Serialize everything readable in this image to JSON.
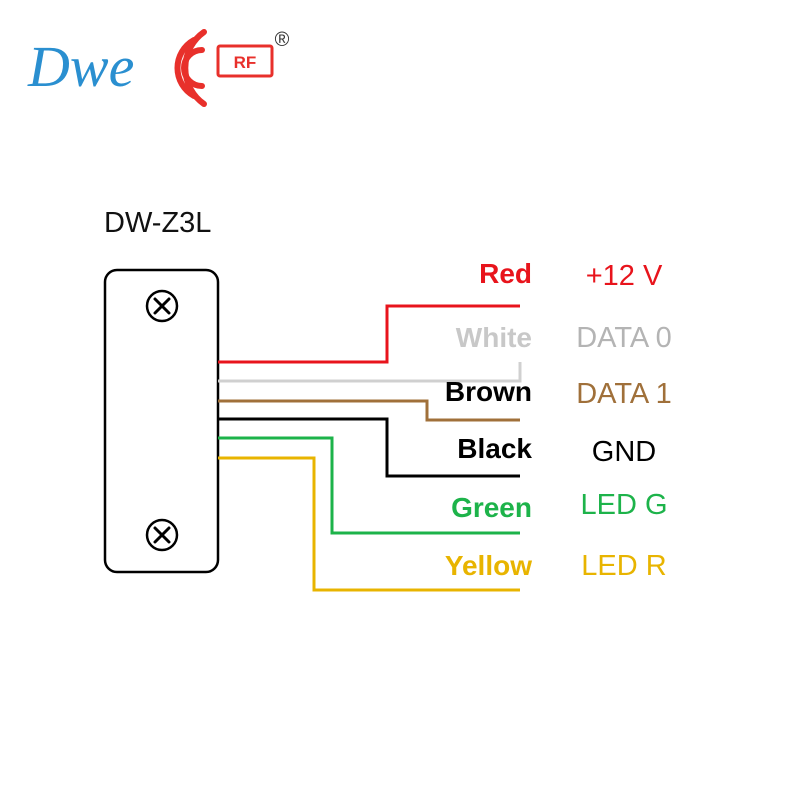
{
  "logo": {
    "wordmark": "Dwe",
    "badge": "RF",
    "registered": "®",
    "wordmark_color": "#2a8fd0",
    "accent_color": "#e8302b"
  },
  "device": {
    "model": "DW-Z3L"
  },
  "wires": [
    {
      "color_name": "Red",
      "function": "+12 V",
      "color": "#e8141c",
      "label_color": "#e8141c",
      "function_color": "#e8141c"
    },
    {
      "color_name": "White",
      "function": "DATA 0",
      "color": "#d0d0d0",
      "label_color": "#c8c8c8",
      "function_color": "#b4b4b4"
    },
    {
      "color_name": "Brown",
      "function": "DATA 1",
      "color": "#a0703a",
      "label_color": "#000000",
      "function_color": "#a0703a"
    },
    {
      "color_name": "Black",
      "function": "GND",
      "color": "#000000",
      "label_color": "#000000",
      "function_color": "#000000"
    },
    {
      "color_name": "Green",
      "function": "LED G",
      "color": "#1db34a",
      "label_color": "#1db34a",
      "function_color": "#1db34a"
    },
    {
      "color_name": "Yellow",
      "function": "LED R",
      "color": "#e8b400",
      "label_color": "#e8b400",
      "function_color": "#e8b400"
    }
  ]
}
